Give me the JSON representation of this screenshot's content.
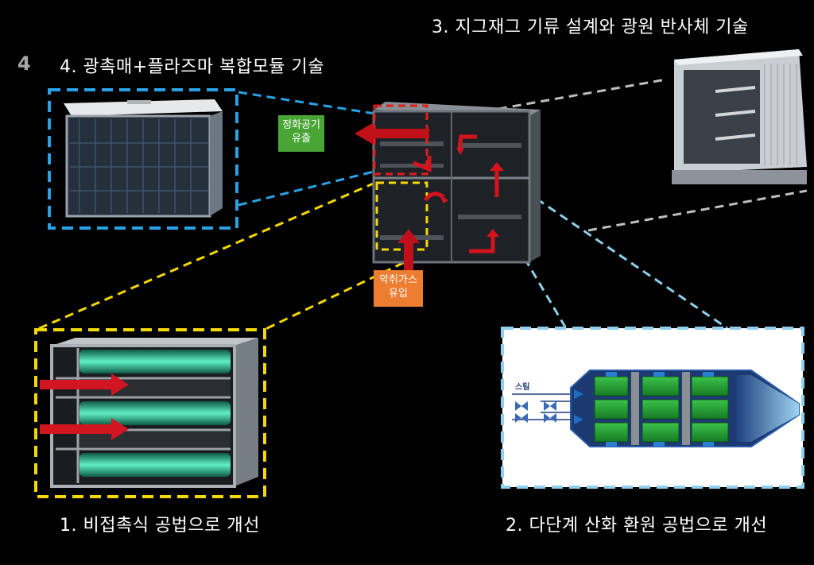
{
  "page_number": "4",
  "captions": {
    "top_right": "3. 지그재그 기류 설계와 광원 반사체 기술",
    "top_left": "4. 광촉매+플라즈마 복합모듈 기술",
    "bottom_left": "1. 비접촉식 공법으로 개선",
    "bottom_right": "2. 다단계 산화 환원 공법으로 개선"
  },
  "tags": {
    "outlet_line1": "정화공기",
    "outlet_line2": "유출",
    "inlet_line1": "악취가스",
    "inlet_line2": "유입"
  },
  "reactor_diagram": {
    "steam_label": "스팀"
  },
  "colors": {
    "background": "#000000",
    "yellow_dash": "#f5d800",
    "blue_dash": "#29a3e6",
    "light_blue_dash": "#8fd0ee",
    "gray_dash": "#bfbfbf",
    "red_dash": "#e01c1c",
    "outlet_tag": "#4aa537",
    "inlet_tag": "#ed7d31",
    "arrow_red": "#c0101a"
  }
}
